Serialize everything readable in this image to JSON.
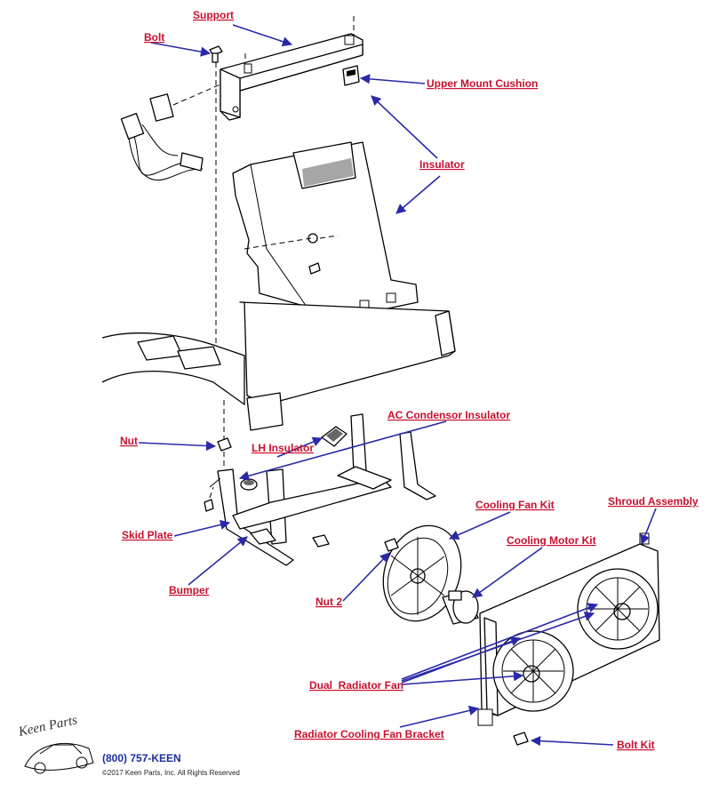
{
  "callouts": [
    {
      "id": "support",
      "label": "Support"
    },
    {
      "id": "bolt",
      "label": "Bolt"
    },
    {
      "id": "upper-mount-cushion",
      "label": "Upper Mount Cushion"
    },
    {
      "id": "insulator",
      "label": "Insulator"
    },
    {
      "id": "ac-condensor-insulator",
      "label": "AC Condensor Insulator"
    },
    {
      "id": "nut",
      "label": "Nut"
    },
    {
      "id": "lh-insulator",
      "label": "LH Insulator"
    },
    {
      "id": "cooling-fan-kit",
      "label": "Cooling Fan Kit"
    },
    {
      "id": "shroud-assembly",
      "label": "Shroud Assembly"
    },
    {
      "id": "cooling-motor-kit",
      "label": "Cooling Motor Kit"
    },
    {
      "id": "skid-plate",
      "label": "Skid Plate"
    },
    {
      "id": "bumper",
      "label": "Bumper"
    },
    {
      "id": "nut-2",
      "label": "Nut 2"
    },
    {
      "id": "dual-radiator-fan",
      "label": "Dual  Radiator Fan"
    },
    {
      "id": "radiator-cooling-fan-bracket",
      "label": "Radiator Cooling Fan Bracket"
    },
    {
      "id": "bolt-kit",
      "label": "Bolt Kit"
    }
  ],
  "branding": {
    "logo_text": "Keen Parts",
    "phone": "(800) 757-KEEN",
    "copyright": "©2017 Keen Parts, Inc. All Rights Reserved"
  },
  "colors": {
    "label": "#c8102e",
    "arrow": "#2a2aa8",
    "phone": "#1a2fa0"
  }
}
